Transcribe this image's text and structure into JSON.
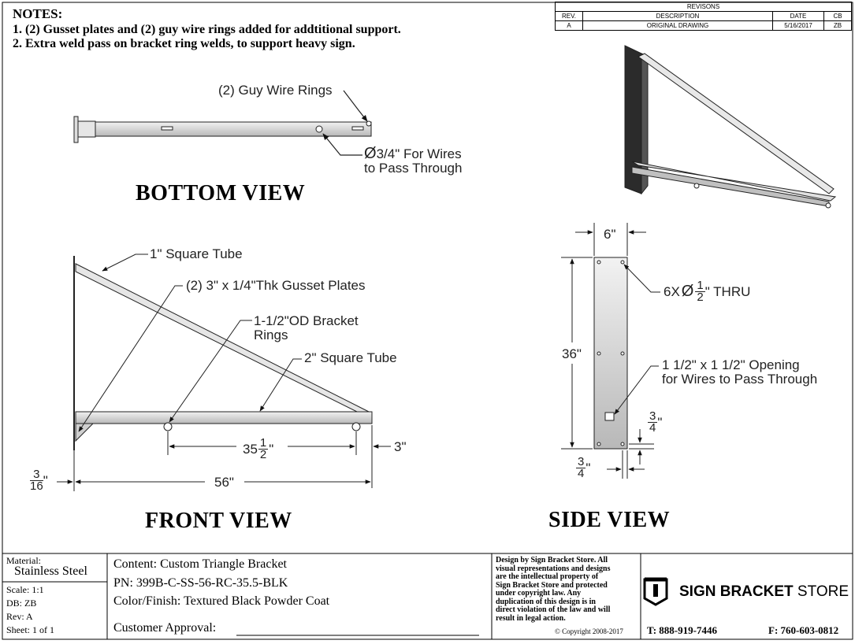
{
  "notes": {
    "title": "NOTES:",
    "items": [
      "1.  (2) Gusset plates and (2) guy wire rings added for addtitional support.",
      "2.  Extra weld pass on bracket ring welds, to support heavy sign."
    ]
  },
  "revisions": {
    "title": "REVISONS",
    "headers": [
      "REV.",
      "DESCRIPTION",
      "DATE",
      "CB"
    ],
    "rows": [
      [
        "A",
        "ORIGINAL DRAWING",
        "5/16/2017",
        "ZB"
      ]
    ]
  },
  "bottom_view": {
    "title": "BOTTOM VIEW",
    "guy_wire_label": "(2) Guy Wire Rings",
    "hole_label_line1": "3/4\" For Wires",
    "hole_label_line2": "to Pass Through",
    "diameter_symbol": "Ø"
  },
  "front_view": {
    "title": "FRONT VIEW",
    "label_1in_tube": "1\" Square Tube",
    "label_gusset": "(2) 3\" x 1/4\"Thk Gusset Plates",
    "label_rings_line1": "1-1/2\"OD Bracket",
    "label_rings_line2": "Rings",
    "label_2in_tube": "2\" Square Tube",
    "dim_ring_whole": "35",
    "dim_ring_num": "1",
    "dim_ring_den": "2",
    "dim_ring_unit": "\"",
    "dim_3": "3\"",
    "dim_56": "56\"",
    "dim_left_num": "3",
    "dim_left_den": "16",
    "dim_left_unit": "\""
  },
  "side_view": {
    "title": "SIDE VIEW",
    "dim_width": "6\"",
    "dim_height": "36\"",
    "hole_label_prefix": "6X",
    "diameter_symbol": "Ø",
    "hole_num": "1",
    "hole_den": "2",
    "hole_label_suffix": "\" THRU",
    "opening_line1": "1 1/2\" x 1 1/2\" Opening",
    "opening_line2": "for Wires to Pass Through",
    "dim_edge_num": "3",
    "dim_edge_den": "4",
    "dim_edge_unit": "\""
  },
  "title_block": {
    "material_label": "Material:",
    "material_value": "Stainless Steel",
    "scale": "Scale: 1:1",
    "db": "DB: ZB",
    "rev": "Rev: A",
    "sheet": "Sheet: 1 of 1",
    "content": "Content: Custom Triangle Bracket",
    "pn": "PN: 399B-C-SS-56-RC-35.5-BLK",
    "color": "Color/Finish: Textured Black Powder Coat",
    "approval": "Customer Approval:",
    "legal_lines": [
      "Design by Sign Bracket Store. All",
      "visual representations and designs",
      "are the intellectual property of",
      "Sign Bracket Store and protected",
      "under copyright law. Any",
      "duplication of this design is in",
      "direct violation of the law and will",
      "result in legal action."
    ],
    "copyright": "© Copyright 2008-2017",
    "brand_bold": "SIGN BRACKET",
    "brand_light": "STORE",
    "phone": "T: 888-919-7446",
    "fax": "F: 760-603-0812"
  }
}
